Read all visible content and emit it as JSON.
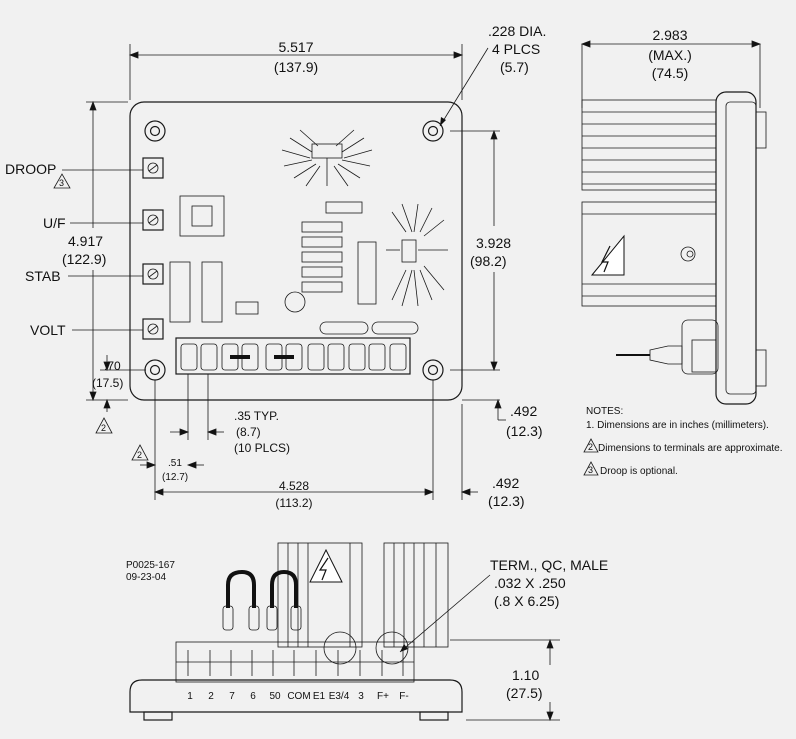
{
  "top_view": {
    "width_in": "5.517",
    "width_mm": "(137.9)",
    "hole_dia": ".228 DIA.",
    "hole_count": "4 PLCS",
    "hole_mm": "(5.7)",
    "height_in": "4.917",
    "height_mm": "(122.9)",
    "hole_span_in": "3.928",
    "hole_span_mm": "(98.2)",
    "edge_v_in": ".70",
    "edge_v_mm": "(17.5)",
    "edge_r_in": ".492",
    "edge_r_mm": "(12.3)",
    "pitch_in": ".35 TYP.",
    "pitch_mm": "(8.7)",
    "pitch_count": "(10 PLCS)",
    "first_term_in": ".51",
    "first_term_mm": "(12.7)",
    "hole_span_h_in": "4.528",
    "hole_span_h_mm": "(113.2)",
    "edge_h_in": ".492",
    "edge_h_mm": "(12.3)",
    "adjusters": [
      "DROOP",
      "U/F",
      "STAB",
      "VOLT"
    ],
    "note_marker": "2",
    "droop_marker": "3"
  },
  "side_view": {
    "depth_in": "2.983",
    "depth_label": "(MAX.)",
    "depth_mm": "(74.5)"
  },
  "notes": {
    "title": "NOTES:",
    "items": [
      "1. Dimensions are in inches (millimeters).",
      "Dimensions to terminals are approximate.",
      "Droop is optional."
    ],
    "markers": [
      "2",
      "3"
    ]
  },
  "front_view": {
    "part_number": "P0025-167",
    "date": "09-23-04",
    "term_title": "TERM., QC, MALE",
    "term_size_in": ".032 X .250",
    "term_size_mm": "(.8 X 6.25)",
    "height_in": "1.10",
    "height_mm": "(27.5)",
    "terminals": [
      "1",
      "2",
      "7",
      "6",
      "50",
      "COM",
      "E1",
      "E3/4",
      "3",
      "F+",
      "F-"
    ]
  }
}
